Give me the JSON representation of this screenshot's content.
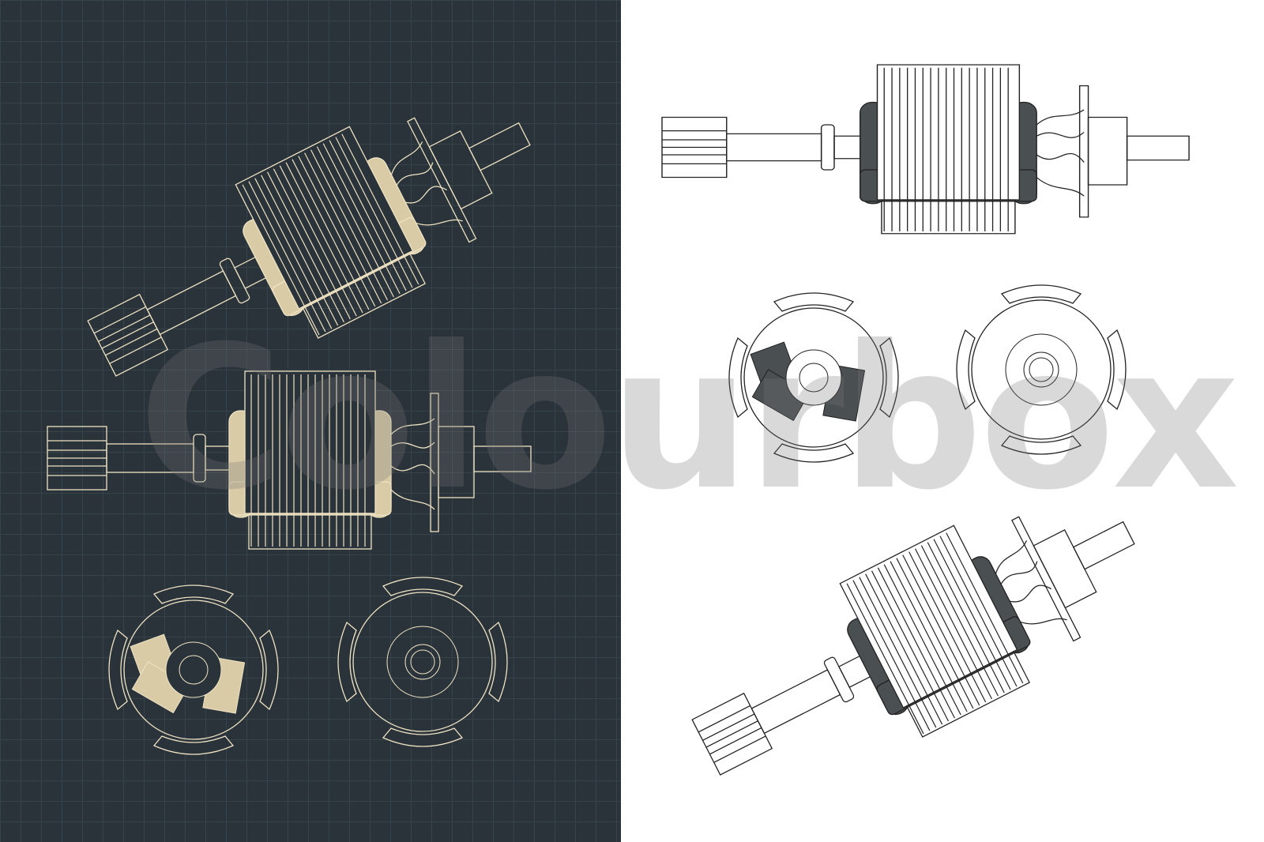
{
  "watermark": "Colourbox",
  "colors": {
    "blueprint_background": "#2a3339",
    "blueprint_grid": "#37434a",
    "blueprint_line": "#efe3c4",
    "paper_background": "#ffffff",
    "paper_line": "#222222",
    "paper_winding": "#4a4f52"
  },
  "views": [
    "isometric",
    "side",
    "front-end",
    "rear-end"
  ]
}
